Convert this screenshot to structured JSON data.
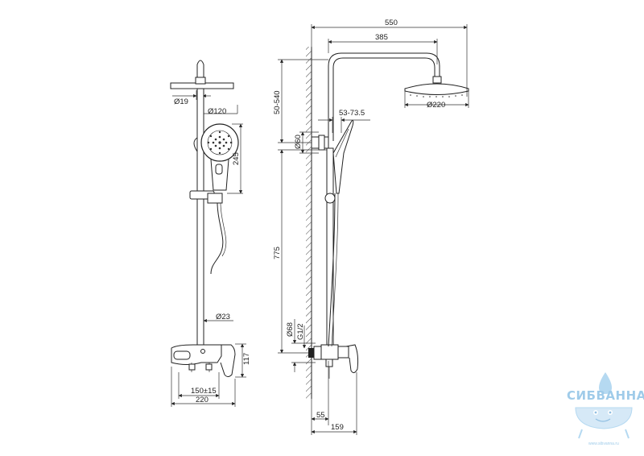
{
  "front_view": {
    "d_nozzle": "Ø19",
    "d_head_front": "Ø120",
    "handset_height": "245",
    "d_rail": "Ø23",
    "mixer_height": "117",
    "centers": "150±15",
    "total_width": "220"
  },
  "side_view": {
    "arm_reach": "550",
    "arm_inner": "385",
    "wall_bracket_adj": "50-540",
    "handset_offset": "53-73.5",
    "d_bracket": "Ø60",
    "d_head": "Ø220",
    "rail_length": "775",
    "d_flange": "Ø68",
    "thread": "G1/2",
    "wall_offset": "55",
    "mixer_depth": "159"
  },
  "watermark": {
    "brand": "СИБВАННА",
    "url": "www.sibvanna.ru",
    "color": "#8fc3e6"
  }
}
